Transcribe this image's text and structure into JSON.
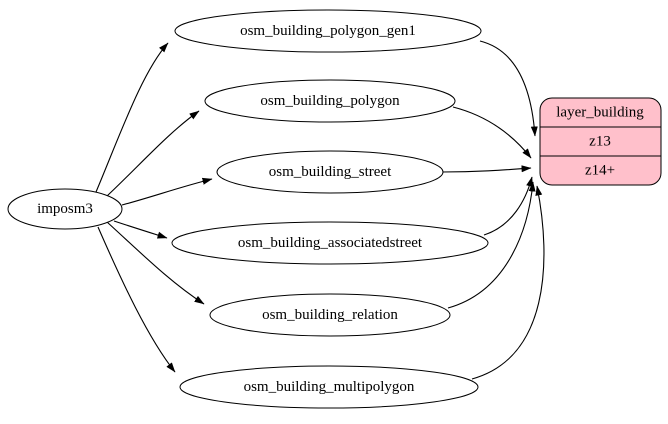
{
  "diagram": {
    "background": "#ffffff",
    "source_node": {
      "label": "imposm3"
    },
    "tables": [
      {
        "label": "osm_building_polygon_gen1"
      },
      {
        "label": "osm_building_polygon"
      },
      {
        "label": "osm_building_street"
      },
      {
        "label": "osm_building_associatedstreet"
      },
      {
        "label": "osm_building_relation"
      },
      {
        "label": "osm_building_multipolygon"
      }
    ],
    "layer_node": {
      "title": "layer_building",
      "rows": [
        "z13",
        "z14+"
      ],
      "fill_color": "#ffc0cb",
      "border_color": "#000000"
    }
  }
}
